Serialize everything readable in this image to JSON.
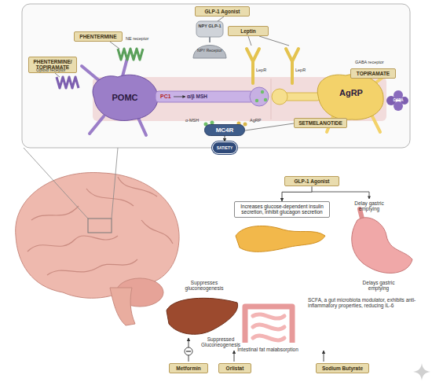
{
  "diagram": {
    "nodes": [
      {
        "text": [
          "GLP-1 Agonist"
        ]
      },
      {
        "text": [
          "PHENTERMINE"
        ]
      },
      {
        "text": [
          "Leptin"
        ]
      },
      {
        "text": [
          "PHENTERMINE/ TOPIRAMATE"
        ]
      },
      {
        "text": [
          "TOPIRAMATE"
        ]
      },
      {
        "text": [
          "POMC"
        ]
      },
      {
        "text": [
          "AgRP"
        ]
      },
      {
        "text": [
          "SETMELANOTIDE"
        ]
      },
      {
        "text": [
          "MC4R"
        ]
      },
      {
        "text": [
          "SATIETY"
        ]
      },
      {
        "text": [
          "GLP-1 Agonist"
        ]
      },
      {
        "text": [
          "Increases glucose-dependent insulin secretion, inhibit glucagon secretion"
        ]
      },
      {
        "text": [
          "Metformin"
        ]
      },
      {
        "text": [
          "Orlistat"
        ]
      },
      {
        "text": [
          "Sodium Butyrate"
        ]
      }
    ],
    "edges": [
      {
        "from": 8,
        "to": 9,
        "arrow": "to"
      },
      {
        "from": 10,
        "to": 11,
        "arrow": "to"
      }
    ],
    "labels": [
      "NE receptor",
      "Opioid receptor",
      "NPY GLP-1",
      "NPY Receptor",
      "LepR",
      "LepR",
      "GABA receptor",
      "GABA",
      "PC1",
      "α/β MSH",
      "α-MSH",
      "AgRP",
      "Delay gastric emptying",
      "Delays gastric emptying",
      "Suppresses gluconeogenesis",
      "Suppressed Gluconeogenesis",
      "Intestinal fat malabsorption",
      "SCFA, a gut microbiota modulator, exhibits anti-inflammatory properties, reducing IL-6"
    ]
  }
}
